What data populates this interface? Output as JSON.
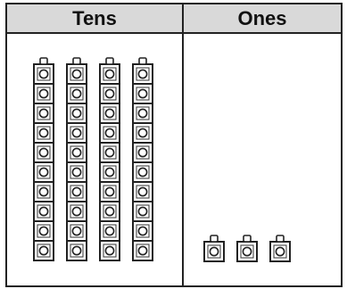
{
  "table": {
    "headers": [
      "Tens",
      "Ones"
    ]
  },
  "tens_rods": 4,
  "cubes_per_rod": 10,
  "ones_cubes": 3
}
